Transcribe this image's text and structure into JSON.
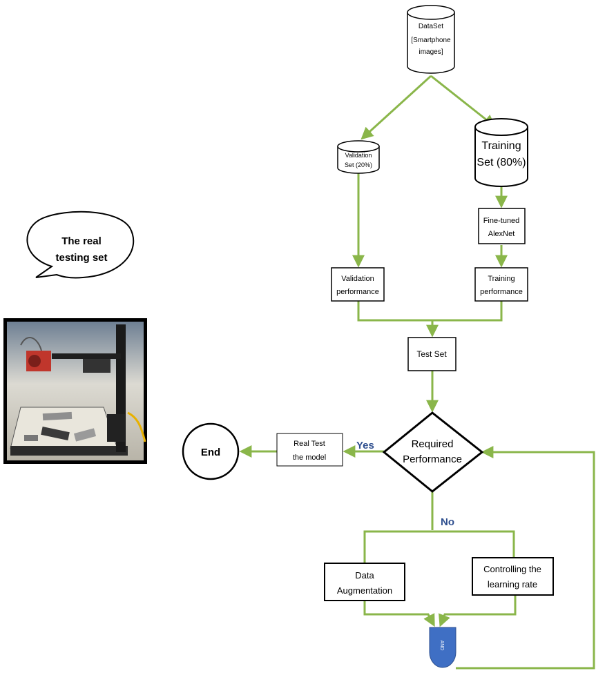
{
  "colors": {
    "arrow": "#8ab64a",
    "label_blue": "#2f4f8f",
    "and_gate": "#3f6fc4",
    "stroke": "#000000"
  },
  "nodes": {
    "dataset": [
      "DataSet",
      "[Smartphone",
      "images]"
    ],
    "validation_set": [
      "Validation",
      "Set (20%)"
    ],
    "training_set": [
      "Training",
      "Set (80%)"
    ],
    "alexnet": [
      "Fine-tuned",
      "AlexNet"
    ],
    "validation_perf": [
      "Validation",
      "performance"
    ],
    "training_perf": [
      "Training",
      "performance"
    ],
    "test_set": "Test Set",
    "decision": [
      "Required",
      "Performance"
    ],
    "real_test": [
      "Real Test",
      "the model"
    ],
    "end": "End",
    "data_aug": [
      "Data",
      "Augmentation"
    ],
    "lr_control": [
      "Controlling the",
      "learning rate"
    ],
    "and_gate": "AND"
  },
  "edge_labels": {
    "yes": "Yes",
    "no": "No"
  },
  "callout": [
    "The real",
    "testing set"
  ],
  "photo": {
    "description_icon": "camera-rig-photo"
  }
}
